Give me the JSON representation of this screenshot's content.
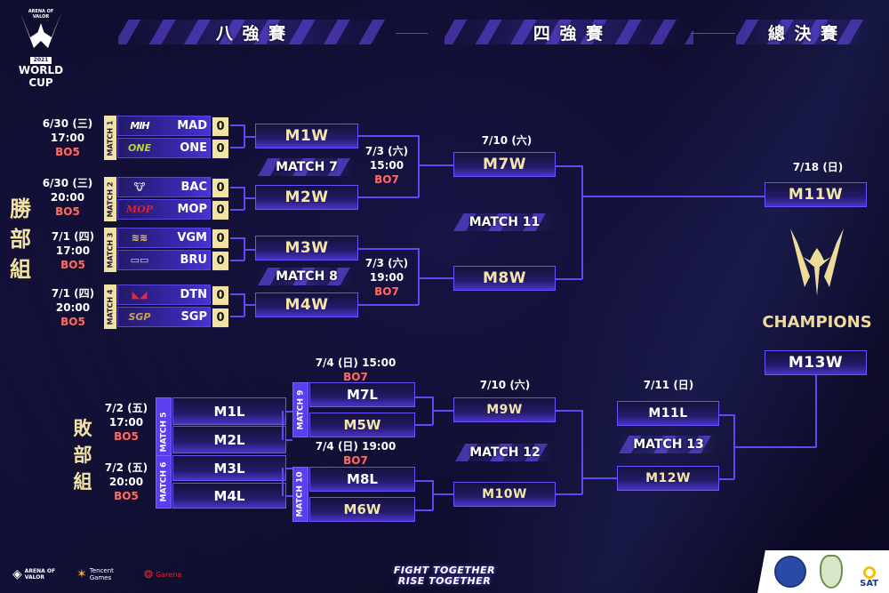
{
  "logo": {
    "brand": "ARENA OF VALOR",
    "year": "2021",
    "title": "WORLD CUP"
  },
  "stages": {
    "quarterfinal": "八 強 賽",
    "semifinal": "四 強 賽",
    "final": "總 決 賽"
  },
  "side_labels": {
    "winners": [
      "勝",
      "部",
      "組"
    ],
    "losers": [
      "敗",
      "部",
      "組"
    ]
  },
  "colors": {
    "accent": "#6a52ff",
    "gold": "#f3e3a3",
    "bo_red": "#f07070",
    "background": "#0f0d2e"
  },
  "winners_r1": [
    {
      "match": "MATCH 1",
      "date": "6/30 (三)",
      "time": "17:00",
      "format": "BO5",
      "teams": [
        {
          "logo": "MAD-logo",
          "logo_text": "MIH",
          "name": "MAD",
          "score": "0"
        },
        {
          "logo": "ONE-logo",
          "logo_text": "ONE",
          "name": "ONE",
          "score": "0"
        }
      ]
    },
    {
      "match": "MATCH 2",
      "date": "6/30 (三)",
      "time": "20:00",
      "format": "BO5",
      "teams": [
        {
          "logo": "BAC-logo",
          "logo_text": "🐮",
          "name": "BAC",
          "score": "0"
        },
        {
          "logo": "MOP-logo",
          "logo_text": "MOP",
          "name": "MOP",
          "score": "0"
        }
      ]
    },
    {
      "match": "MATCH 3",
      "date": "7/1 (四)",
      "time": "17:00",
      "format": "BO5",
      "teams": [
        {
          "logo": "VGM-logo",
          "logo_text": "≋≋",
          "name": "VGM",
          "score": "0"
        },
        {
          "logo": "BRU-logo",
          "logo_text": "▭▭",
          "name": "BRU",
          "score": "0"
        }
      ]
    },
    {
      "match": "MATCH 4",
      "date": "7/1 (四)",
      "time": "20:00",
      "format": "BO5",
      "teams": [
        {
          "logo": "DTN-logo",
          "logo_text": "◣◢",
          "name": "DTN",
          "score": "0"
        },
        {
          "logo": "SGP-logo",
          "logo_text": "SGP",
          "name": "SGP",
          "score": "0"
        }
      ]
    }
  ],
  "winners_qf": [
    {
      "match": "MATCH 7",
      "date": "7/3 (六)",
      "time": "15:00",
      "format": "BO7",
      "slots": [
        "M1W",
        "M2W"
      ]
    },
    {
      "match": "MATCH 8",
      "date": "7/3 (六)",
      "time": "19:00",
      "format": "BO7",
      "slots": [
        "M3W",
        "M4W"
      ]
    }
  ],
  "winners_sf": {
    "match": "MATCH 11",
    "date": "7/10 (六)",
    "slots": [
      "M7W",
      "M8W"
    ]
  },
  "final": {
    "date": "7/18 (日)",
    "slots": [
      "M11W",
      "M13W"
    ],
    "champions_label": "CHAMPIONS"
  },
  "losers_r1": [
    {
      "match": "MATCH 5",
      "date": "7/2 (五)",
      "time": "17:00",
      "format": "BO5",
      "slots": [
        "M1L",
        "M2L"
      ]
    },
    {
      "match": "MATCH 6",
      "date": "7/2 (五)",
      "time": "20:00",
      "format": "BO5",
      "slots": [
        "M3L",
        "M4L"
      ]
    }
  ],
  "losers_r2": [
    {
      "match": "MATCH 9",
      "date": "7/4 (日) 15:00",
      "format": "BO7",
      "slots": [
        "M7L",
        "M5W"
      ]
    },
    {
      "match": "MATCH 10",
      "date": "7/4 (日) 19:00",
      "format": "BO7",
      "slots": [
        "M8L",
        "M6W"
      ]
    }
  ],
  "losers_r3": {
    "match": "MATCH 12",
    "date": "7/10 (六)",
    "slots": [
      "M9W",
      "M10W"
    ]
  },
  "losers_final": {
    "match": "MATCH 13",
    "date": "7/11 (日)",
    "slots": [
      "M11L",
      "M12W"
    ]
  },
  "footer": {
    "sponsors": [
      "ARENA OF VALOR",
      "Tencent Games",
      "Garena"
    ],
    "slogan_line1": "FIGHT TOGETHER",
    "slogan_line2": "RISE TOGETHER",
    "partners": [
      "emblem-1",
      "emblem-2",
      "SAT"
    ]
  }
}
